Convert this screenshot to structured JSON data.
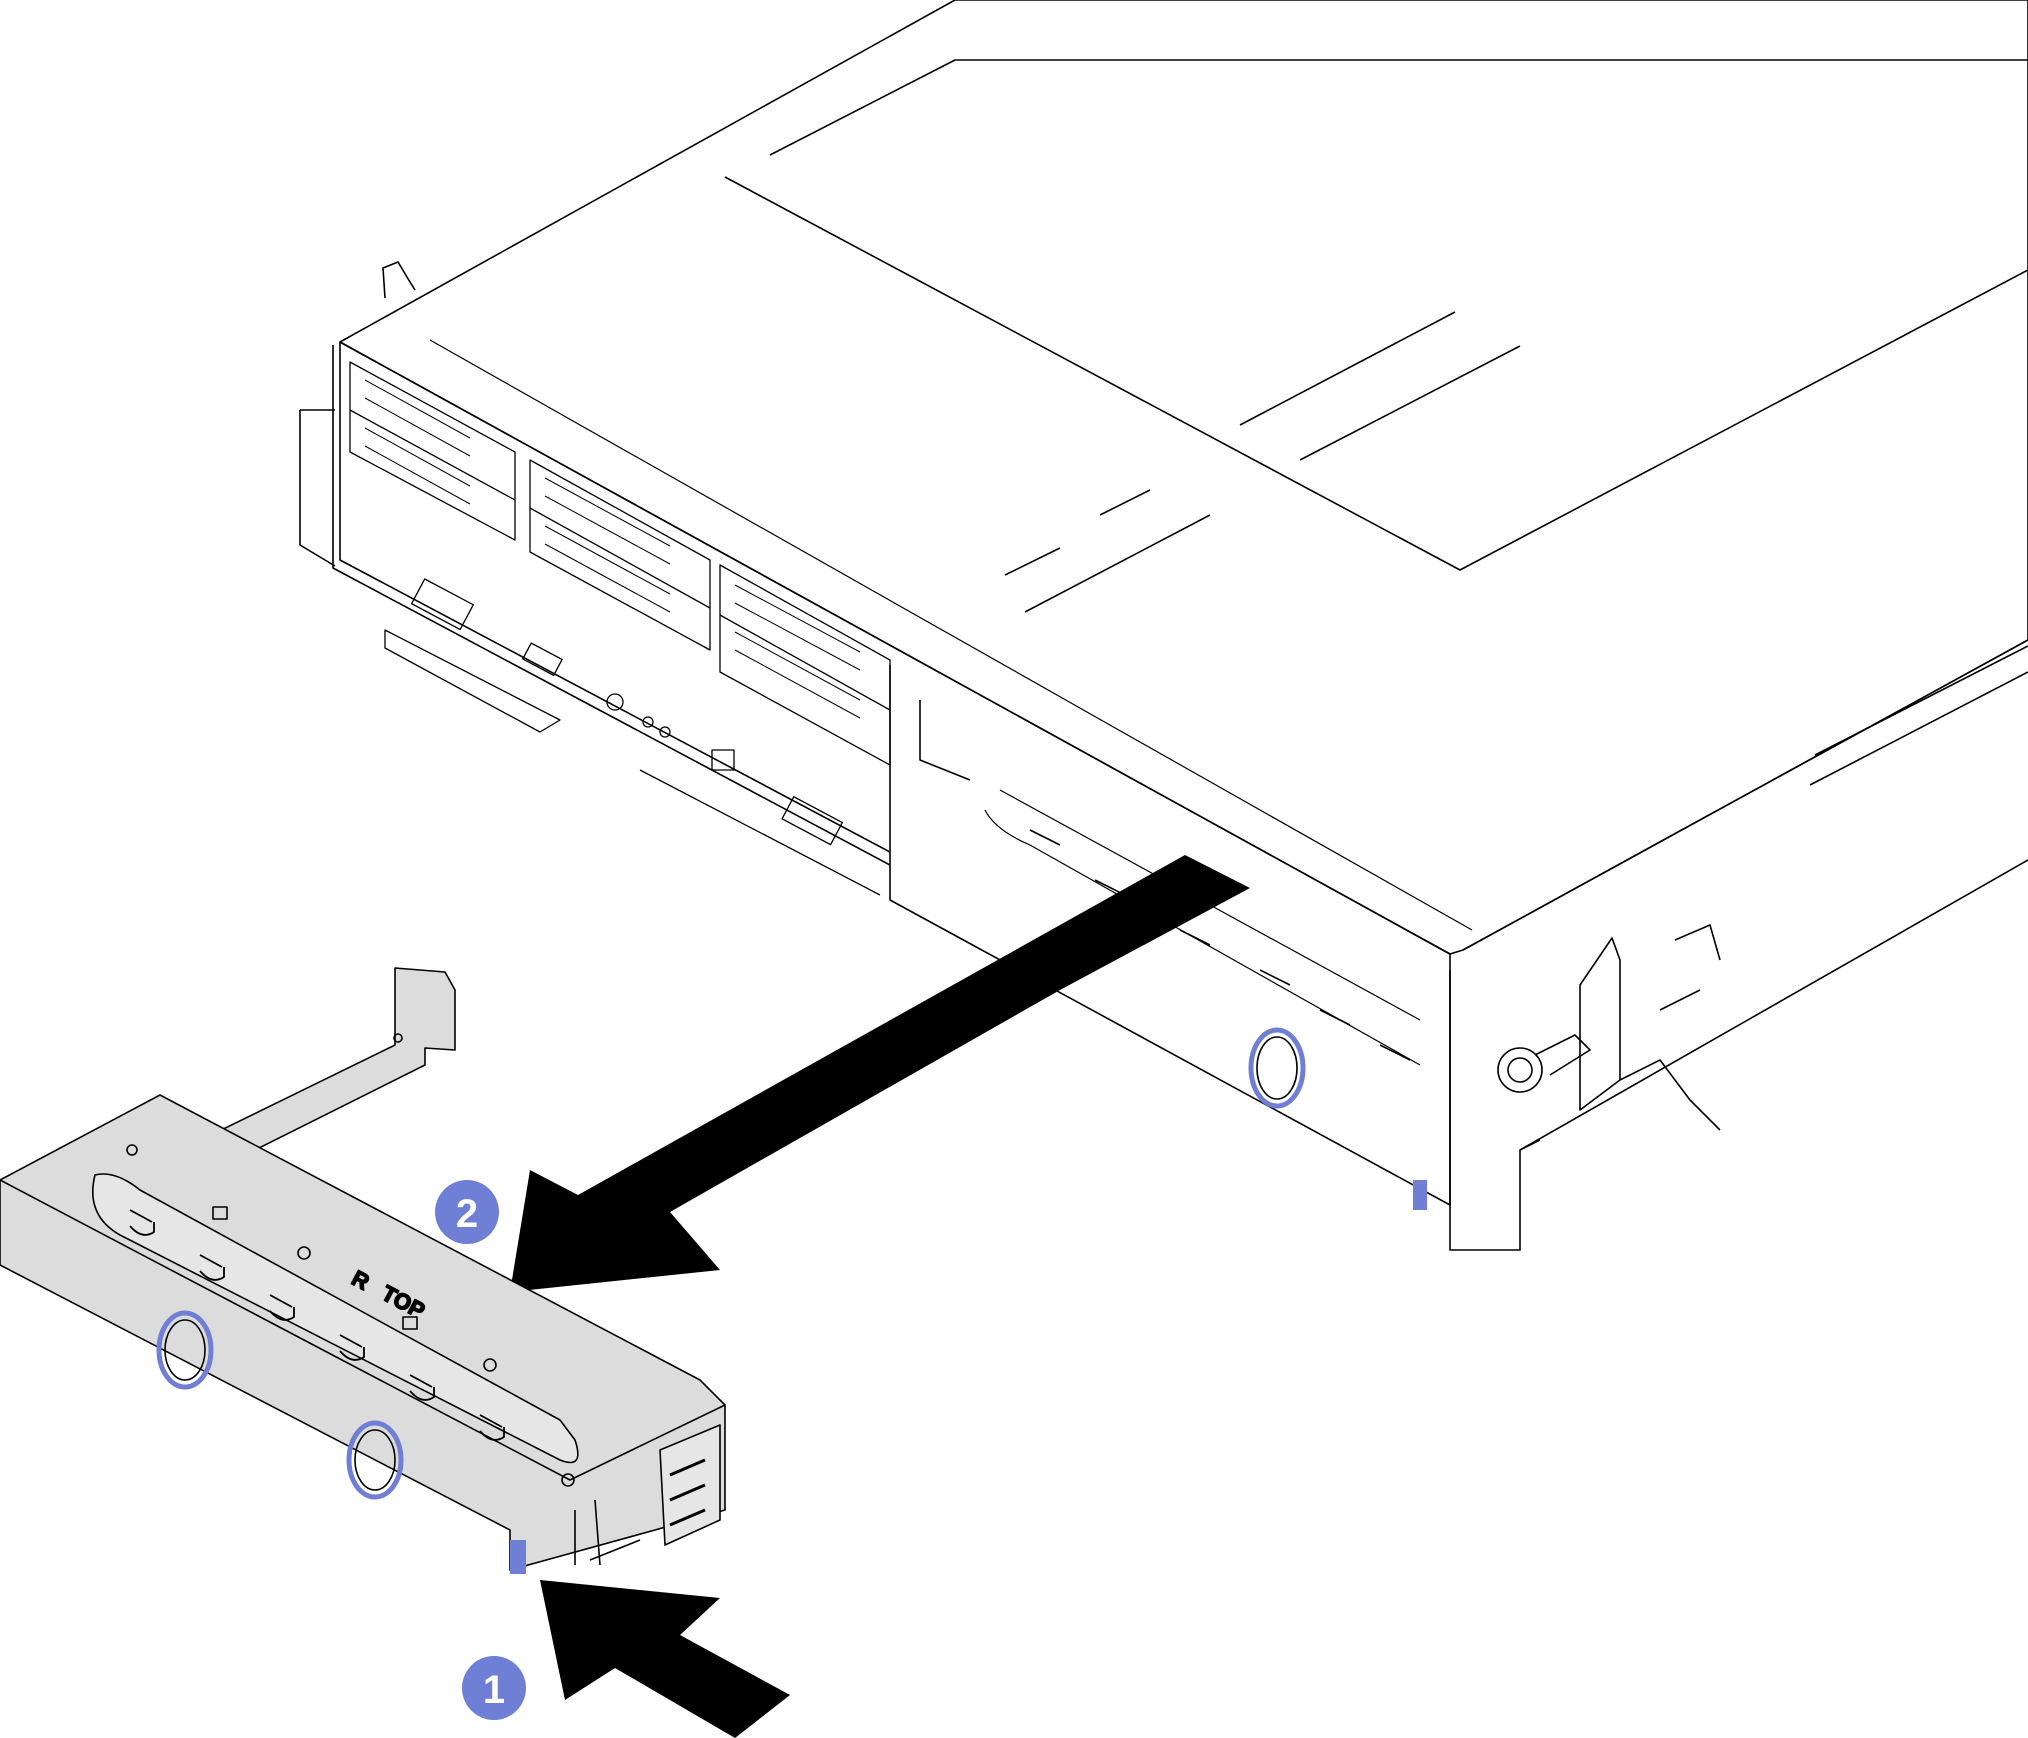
{
  "diagram": {
    "colors": {
      "line": "#000000",
      "bracket_fill": "#dcdcdc",
      "bracket_face": "#e6e6e6",
      "callout": "#6f7fd6",
      "latch": "#6f7fd6",
      "ring": "#6f7fd6",
      "arrow": "#000000"
    },
    "bracket_marking": {
      "r": "R",
      "top": "TOP"
    },
    "steps": [
      {
        "number": "1",
        "action": "push-latch"
      },
      {
        "number": "2",
        "action": "pull-bracket-out"
      }
    ]
  }
}
